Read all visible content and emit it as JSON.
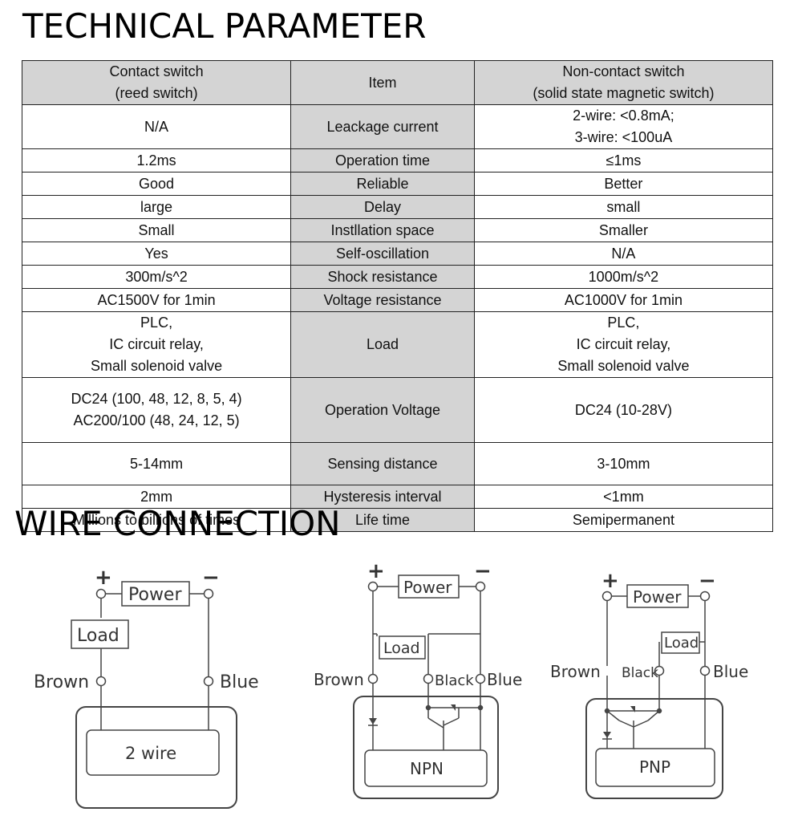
{
  "headings": {
    "technical": "TECHNICAL PARAMETER",
    "wire": "WIRE CONNECTION"
  },
  "table": {
    "header": [
      "Contact switch\n(reed switch)",
      "Item",
      "Non-contact switch\n(solid state magnetic switch)"
    ],
    "rows": [
      [
        "N/A",
        "Leackage current",
        "2-wire: <0.8mA;\n3-wire: <100uA"
      ],
      [
        "1.2ms",
        "Operation time",
        "≤1ms"
      ],
      [
        "Good",
        "Reliable",
        "Better"
      ],
      [
        "large",
        "Delay",
        "small"
      ],
      [
        "Small",
        "Instllation space",
        "Smaller"
      ],
      [
        "Yes",
        "Self-oscillation",
        "N/A"
      ],
      [
        "300m/s^2",
        "Shock resistance",
        "1000m/s^2"
      ],
      [
        "AC1500V for 1min",
        "Voltage resistance",
        "AC1000V for 1min"
      ],
      [
        "PLC,\nIC circuit relay,\nSmall solenoid valve",
        "Load",
        "PLC,\nIC circuit relay,\nSmall solenoid valve"
      ],
      [
        "DC24 (100, 48, 12, 8, 5, 4)\nAC200/100 (48, 24, 12, 5)",
        "Operation Voltage",
        "DC24 (10-28V)"
      ],
      [
        "5-14mm",
        "Sensing distance",
        "3-10mm"
      ],
      [
        "2mm",
        "Hysteresis interval",
        "<1mm"
      ],
      [
        "Millions to billions of times",
        "Life time",
        "Semipermanent"
      ]
    ]
  },
  "diagrams": {
    "plus": "+",
    "minus": "−",
    "power": "Power",
    "load": "Load",
    "brown": "Brown",
    "blue": "Blue",
    "black": "Black",
    "d1_label": "2 wire",
    "d2_label": "NPN",
    "d3_label": "PNP"
  }
}
